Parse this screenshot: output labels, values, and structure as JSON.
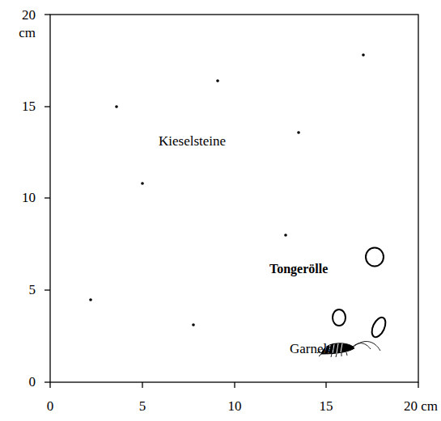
{
  "diagram": {
    "labels": [
      "20 cm",
      "15",
      "10",
      "5",
      "0",
      "0",
      "5",
      "10",
      "15",
      "20 cm",
      "Kieselsteine",
      "Tongerölle",
      "Garnele"
    ]
  }
}
